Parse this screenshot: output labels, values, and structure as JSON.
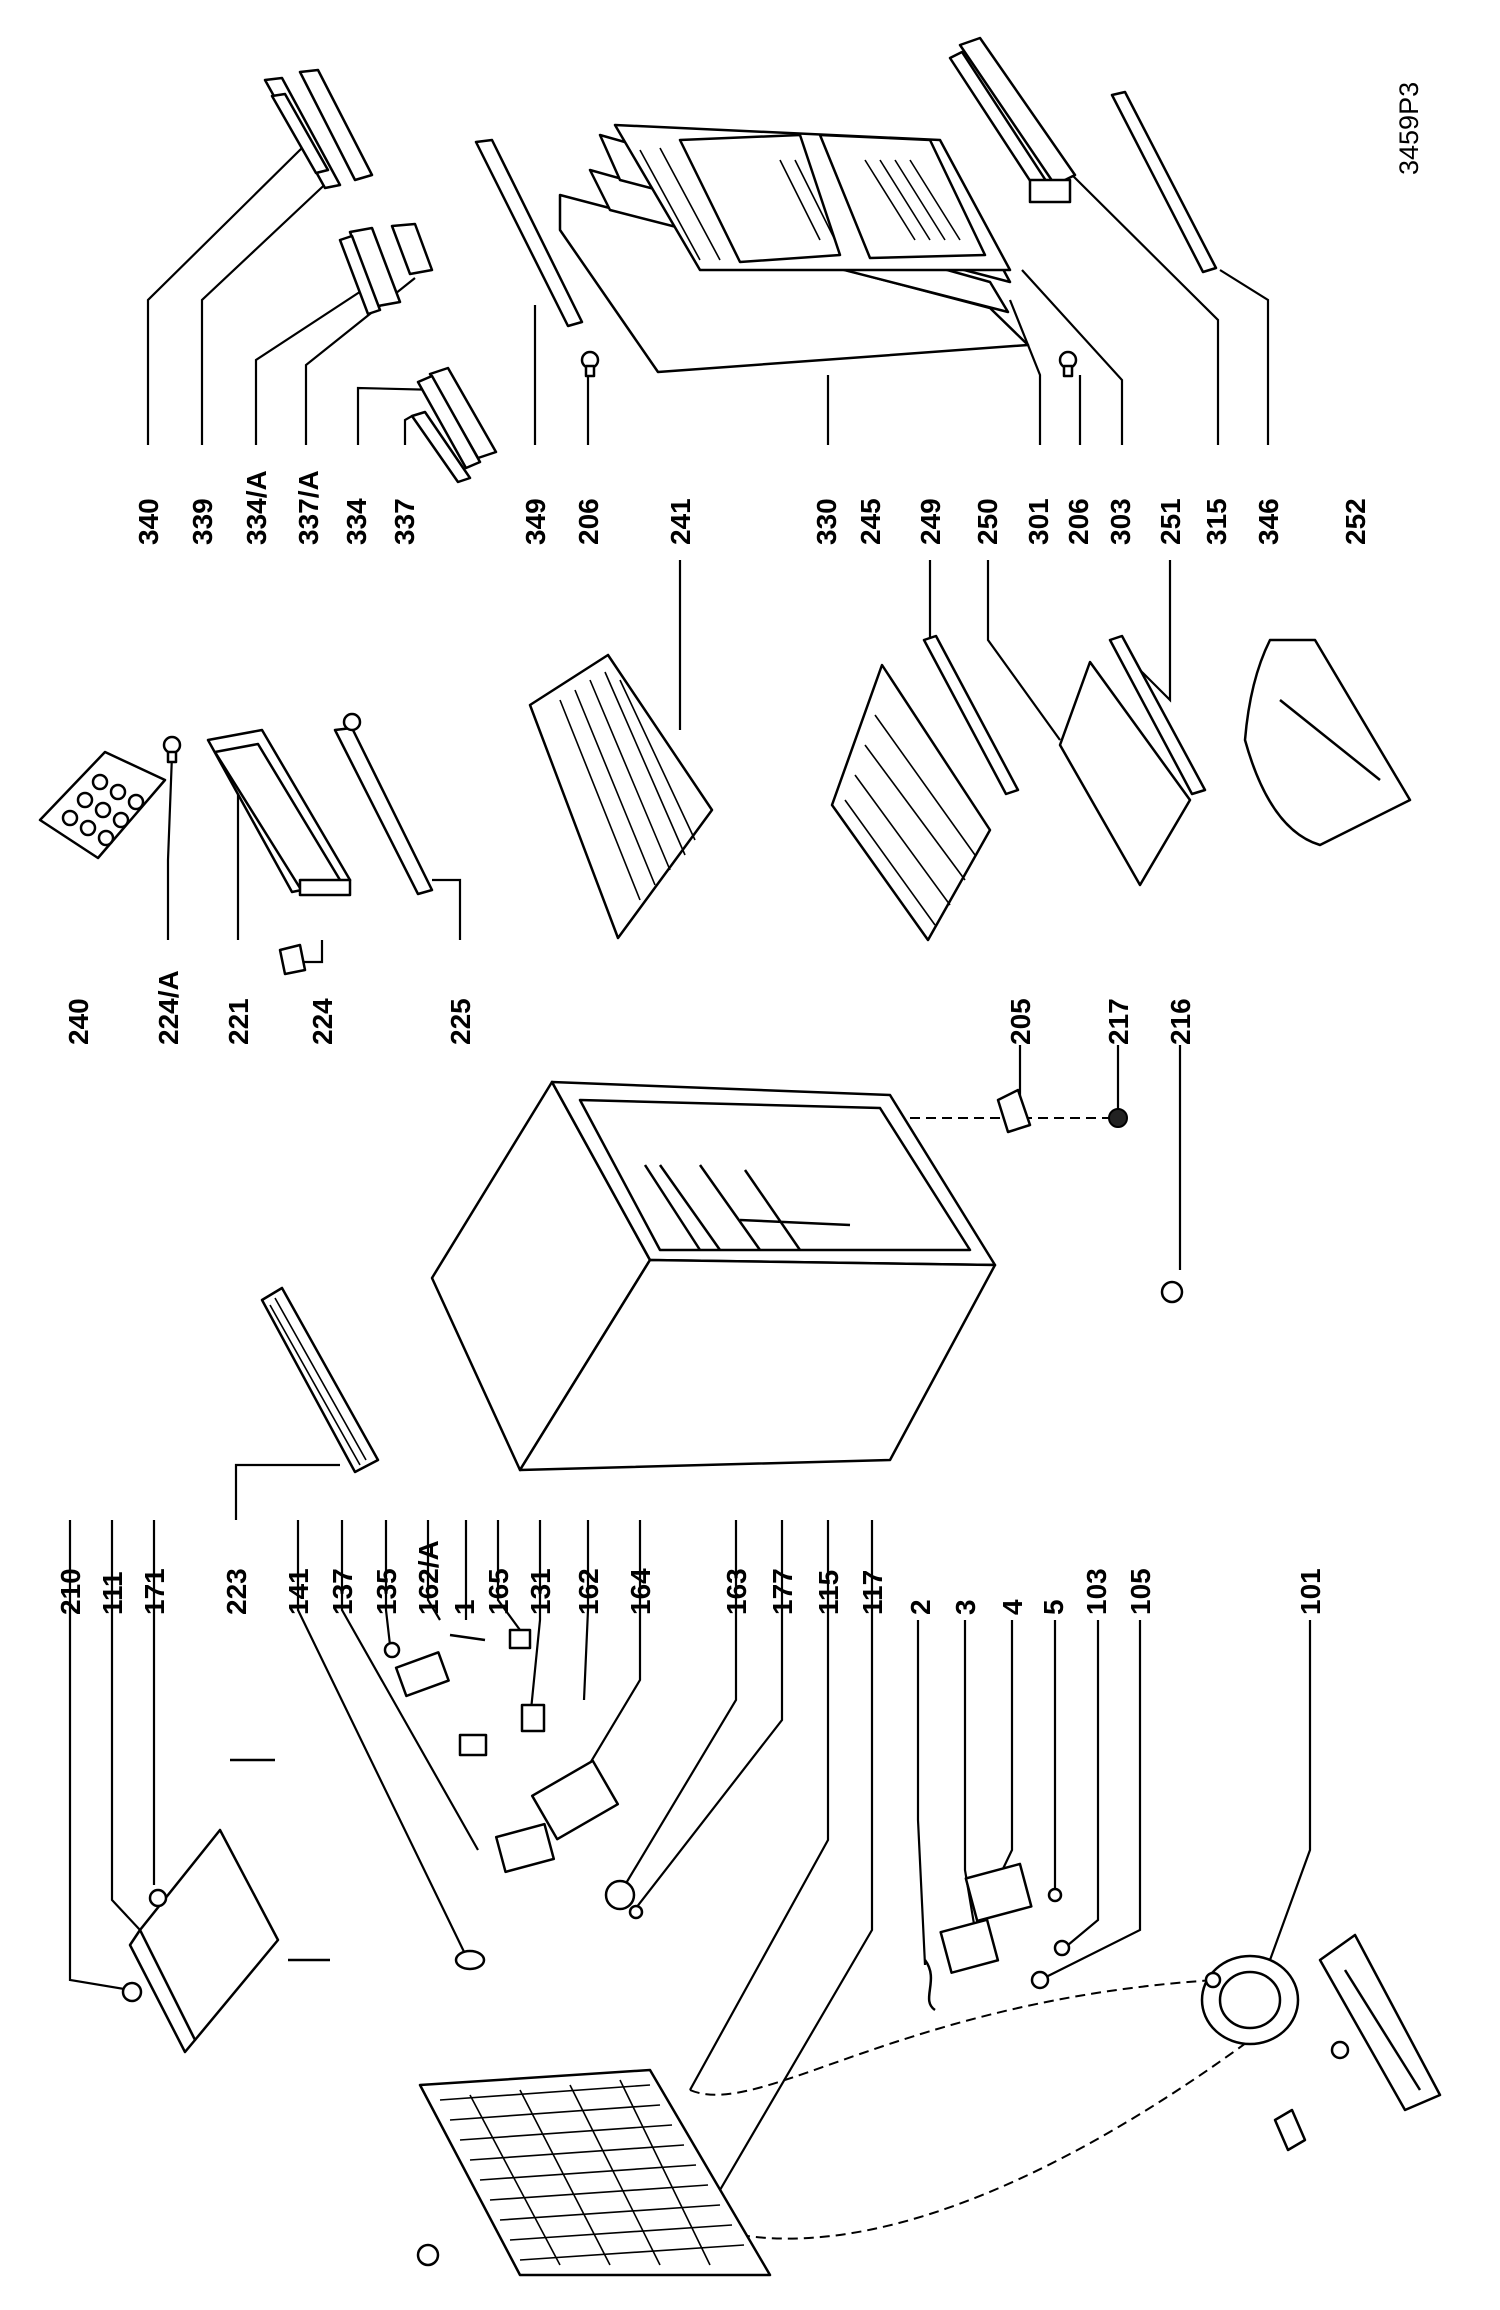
{
  "drawing_code": "3459P3",
  "labels": {
    "l340": "340",
    "l339": "339",
    "l334a": "334/A",
    "l337a": "337/A",
    "l334": "334",
    "l337": "337",
    "l349": "349",
    "l206a": "206",
    "l241": "241",
    "l330": "330",
    "l245": "245",
    "l249": "249",
    "l250": "250",
    "l301": "301",
    "l206b": "206",
    "l303": "303",
    "l251": "251",
    "l315": "315",
    "l346": "346",
    "l252": "252",
    "l240": "240",
    "l224a": "224/A",
    "l221": "221",
    "l224": "224",
    "l225": "225",
    "l205": "205",
    "l217": "217",
    "l216": "216",
    "l210": "210",
    "l111": "111",
    "l171": "171",
    "l223": "223",
    "l141": "141",
    "l137": "137",
    "l135": "135",
    "l162a": "162/A",
    "l1": "1",
    "l165": "165",
    "l131": "131",
    "l162": "162",
    "l164": "164",
    "l163": "163",
    "l177": "177",
    "l115": "115",
    "l117": "117",
    "l2": "2",
    "l3": "3",
    "l4": "4",
    "l5": "5",
    "l103": "103",
    "l105": "105",
    "l101": "101"
  }
}
